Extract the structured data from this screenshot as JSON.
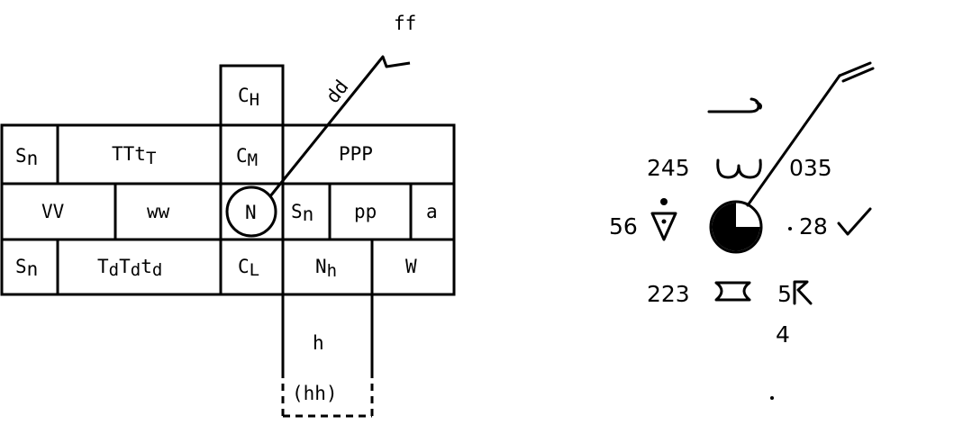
{
  "station_model": {
    "labels": {
      "ch": "C",
      "ch_sub": "H",
      "cm": "C",
      "cm_sub": "M",
      "cl": "C",
      "cl_sub": "L",
      "sn_top": "S",
      "sn_top_sub": "n",
      "ttt": "TTt",
      "ttt_sub": "T",
      "ppp": "PPP",
      "vv": "VV",
      "ww": "ww",
      "n": "N",
      "sn_mid": "S",
      "sn_mid_sub": "n",
      "pp": "pp",
      "a": "a",
      "sn_bot": "S",
      "sn_bot_sub": "n",
      "tdtdtd": "T",
      "tdtdtd_parts": [
        "d",
        "T",
        "d",
        "t",
        "d"
      ],
      "nh": "N",
      "nh_sub": "h",
      "w": "W",
      "h": "h",
      "hh": "(hh)",
      "dd": "dd",
      "ff": "ff"
    }
  },
  "example": {
    "pressure": "245",
    "pressure_tendency": "035",
    "visibility": "56",
    "dewpoint": "28",
    "temperature": "223",
    "cloud_base": "5",
    "cloud_base_sub": "4",
    "cloud_cover_fraction": 0.75
  },
  "colors": {
    "ink": "#000000",
    "background": "#ffffff"
  },
  "icons": [
    "high-cloud-icon",
    "middle-cloud-icon",
    "shower-icon",
    "weather-check-icon",
    "low-cloud-icon",
    "wind-barb-icon",
    "pressure-tendency-icon"
  ]
}
